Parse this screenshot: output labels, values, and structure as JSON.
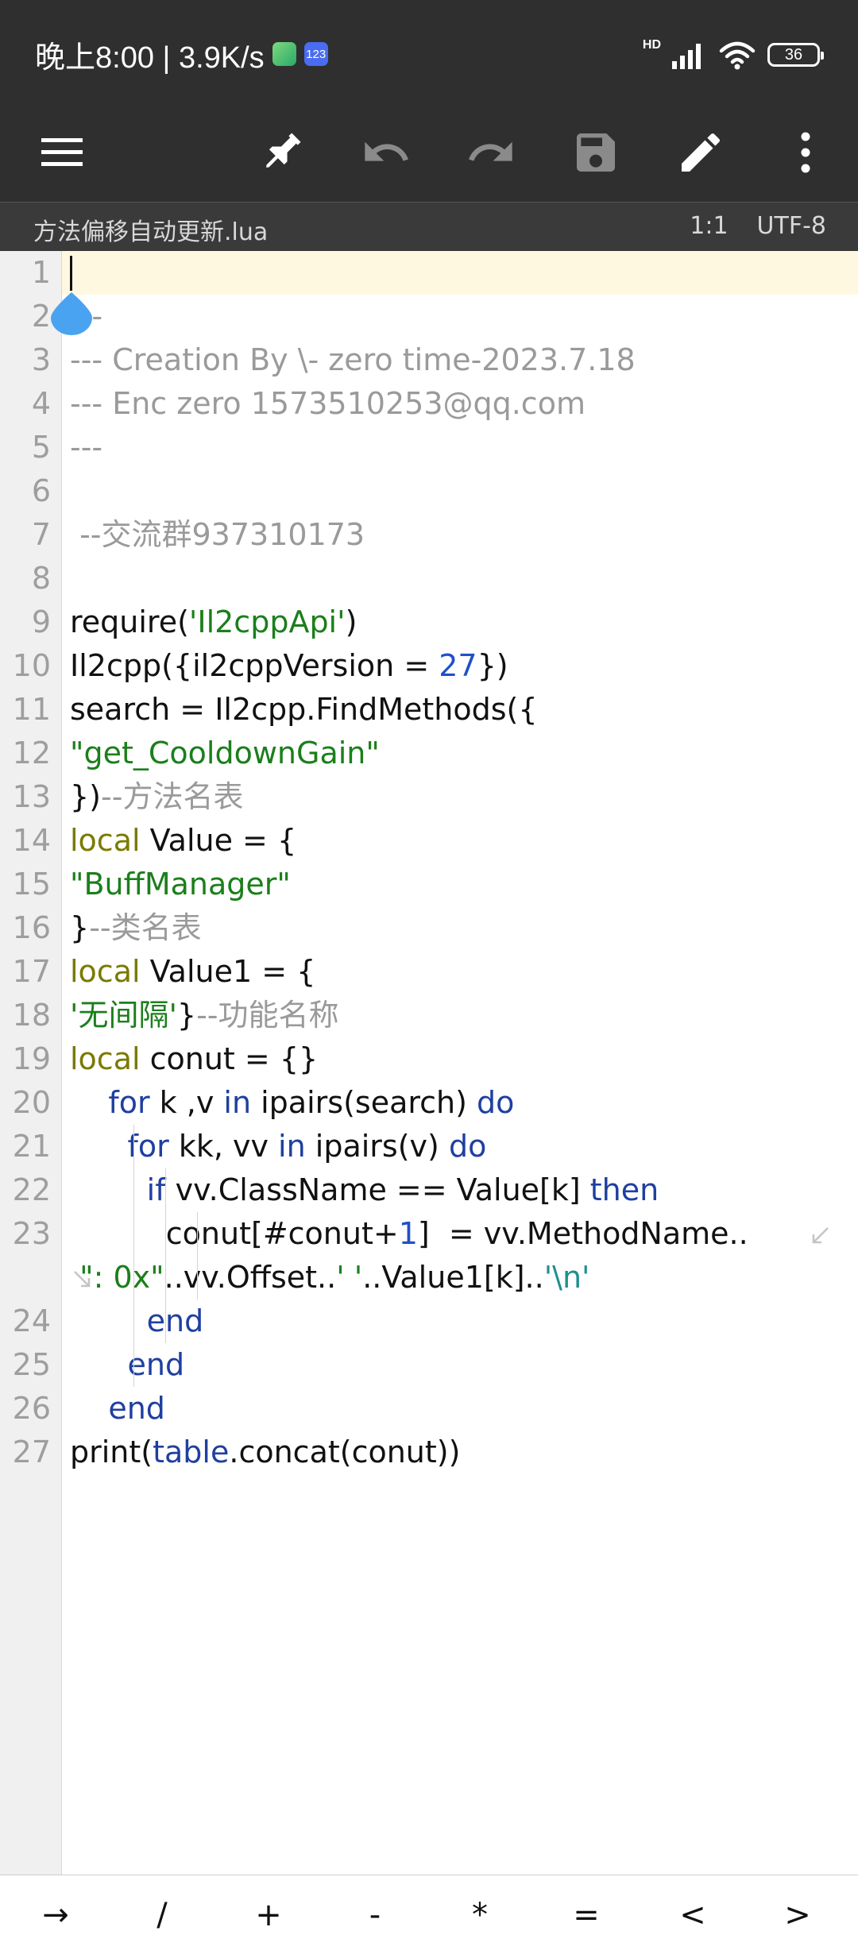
{
  "status_bar": {
    "time_speed": "晚上8:00 | 3.9K/s",
    "badge_label": "123",
    "network_label": "HD",
    "battery_level": "36"
  },
  "toolbar": {
    "buttons": [
      "menu-icon",
      "pin-icon",
      "undo-icon",
      "redo-icon",
      "save-icon",
      "edit-icon",
      "more-vert-icon"
    ]
  },
  "file_bar": {
    "file_name": "方法偏移自动更新.lua",
    "cursor_position": "1:1",
    "encoding": "UTF-8"
  },
  "colors": {
    "plain": "#111111",
    "comment": "#9a9a9a",
    "string": "#1b7f1b",
    "keyword": "#1f3fa0",
    "local": "#7a7a00",
    "number": "#1f50c8",
    "escape": "#1f8f8f"
  },
  "editor": {
    "line_numbers": [
      "1",
      "2",
      "3",
      "4",
      "5",
      "6",
      "7",
      "8",
      "9",
      "10",
      "11",
      "12",
      "13",
      "14",
      "15",
      "16",
      "17",
      "18",
      "19",
      "20",
      "21",
      "22",
      "23",
      "24",
      "25",
      "26",
      "27"
    ],
    "lines": [
      {
        "ln": "1",
        "tokens": []
      },
      {
        "ln": "2",
        "tokens": [
          {
            "t": "---",
            "c": "comment"
          }
        ]
      },
      {
        "ln": "3",
        "tokens": [
          {
            "t": "--- Creation By \\- zero time-2023.7.18",
            "c": "comment"
          }
        ]
      },
      {
        "ln": "4",
        "tokens": [
          {
            "t": "--- Enc zero 1573510253@qq.com",
            "c": "comment"
          }
        ]
      },
      {
        "ln": "5",
        "tokens": [
          {
            "t": "---",
            "c": "comment"
          }
        ]
      },
      {
        "ln": "6",
        "tokens": []
      },
      {
        "ln": "7",
        "tokens": [
          {
            "t": " --交流群937310173",
            "c": "comment"
          }
        ]
      },
      {
        "ln": "8",
        "tokens": []
      },
      {
        "ln": "9",
        "tokens": [
          {
            "t": "require(",
            "c": "plain"
          },
          {
            "t": "'Il2cppApi'",
            "c": "string"
          },
          {
            "t": ")",
            "c": "plain"
          }
        ]
      },
      {
        "ln": "10",
        "tokens": [
          {
            "t": "Il2cpp({il2cppVersion = ",
            "c": "plain"
          },
          {
            "t": "27",
            "c": "number"
          },
          {
            "t": "})",
            "c": "plain"
          }
        ]
      },
      {
        "ln": "11",
        "tokens": [
          {
            "t": "search = Il2cpp.FindMethods({",
            "c": "plain"
          }
        ]
      },
      {
        "ln": "12",
        "tokens": [
          {
            "t": "\"get_CooldownGain\"",
            "c": "string"
          }
        ]
      },
      {
        "ln": "13",
        "tokens": [
          {
            "t": "})",
            "c": "plain"
          },
          {
            "t": "--方法名表",
            "c": "comment"
          }
        ]
      },
      {
        "ln": "14",
        "tokens": [
          {
            "t": "local",
            "c": "local"
          },
          {
            "t": " Value = {",
            "c": "plain"
          }
        ]
      },
      {
        "ln": "15",
        "tokens": [
          {
            "t": "\"BuffManager\"",
            "c": "string"
          }
        ]
      },
      {
        "ln": "16",
        "tokens": [
          {
            "t": "}",
            "c": "plain"
          },
          {
            "t": "--类名表",
            "c": "comment"
          }
        ]
      },
      {
        "ln": "17",
        "tokens": [
          {
            "t": "local",
            "c": "local"
          },
          {
            "t": " Value1 = {",
            "c": "plain"
          }
        ]
      },
      {
        "ln": "18",
        "tokens": [
          {
            "t": "'无间隔'",
            "c": "string"
          },
          {
            "t": "}",
            "c": "plain"
          },
          {
            "t": "--功能名称",
            "c": "comment"
          }
        ]
      },
      {
        "ln": "19",
        "tokens": [
          {
            "t": "local",
            "c": "local"
          },
          {
            "t": " conut = {}",
            "c": "plain"
          }
        ]
      },
      {
        "ln": "20",
        "tokens": [
          {
            "t": "    ",
            "c": "plain"
          },
          {
            "t": "for",
            "c": "keyword"
          },
          {
            "t": " k ,v ",
            "c": "plain"
          },
          {
            "t": "in",
            "c": "keyword"
          },
          {
            "t": " ipairs(search) ",
            "c": "plain"
          },
          {
            "t": "do",
            "c": "keyword"
          }
        ]
      },
      {
        "ln": "21",
        "tokens": [
          {
            "t": "      ",
            "c": "plain"
          },
          {
            "t": "for",
            "c": "keyword"
          },
          {
            "t": " kk, vv ",
            "c": "plain"
          },
          {
            "t": "in",
            "c": "keyword"
          },
          {
            "t": " ipairs(v) ",
            "c": "plain"
          },
          {
            "t": "do",
            "c": "keyword"
          }
        ]
      },
      {
        "ln": "22",
        "tokens": [
          {
            "t": "        ",
            "c": "plain"
          },
          {
            "t": "if",
            "c": "keyword"
          },
          {
            "t": " vv.ClassName == Value[k] ",
            "c": "plain"
          },
          {
            "t": "then",
            "c": "keyword"
          }
        ]
      },
      {
        "ln": "23",
        "tokens": [
          {
            "t": "          conut[#conut+",
            "c": "plain"
          },
          {
            "t": "1",
            "c": "number"
          },
          {
            "t": "]  = vv.MethodName..",
            "c": "plain"
          }
        ]
      },
      {
        "ln": "",
        "tokens": [
          {
            "t": " ",
            "c": "plain"
          },
          {
            "t": "\": 0x\"",
            "c": "string"
          },
          {
            "t": "..vv.Offset..",
            "c": "plain"
          },
          {
            "t": "' '",
            "c": "string"
          },
          {
            "t": "..Value1[k]..",
            "c": "plain"
          },
          {
            "t": "'\\n'",
            "c": "escape"
          }
        ]
      },
      {
        "ln": "24",
        "tokens": [
          {
            "t": "        ",
            "c": "plain"
          },
          {
            "t": "end",
            "c": "keyword"
          }
        ]
      },
      {
        "ln": "25",
        "tokens": [
          {
            "t": "      ",
            "c": "plain"
          },
          {
            "t": "end",
            "c": "keyword"
          }
        ]
      },
      {
        "ln": "26",
        "tokens": [
          {
            "t": "    ",
            "c": "plain"
          },
          {
            "t": "end",
            "c": "keyword"
          }
        ]
      },
      {
        "ln": "27",
        "tokens": [
          {
            "t": "print(",
            "c": "plain"
          },
          {
            "t": "table",
            "c": "keyword"
          },
          {
            "t": ".concat(conut))",
            "c": "plain"
          }
        ]
      }
    ]
  },
  "symbol_bar": {
    "keys": [
      "→",
      "/",
      "+",
      "-",
      "*",
      "=",
      "<",
      ">"
    ]
  }
}
